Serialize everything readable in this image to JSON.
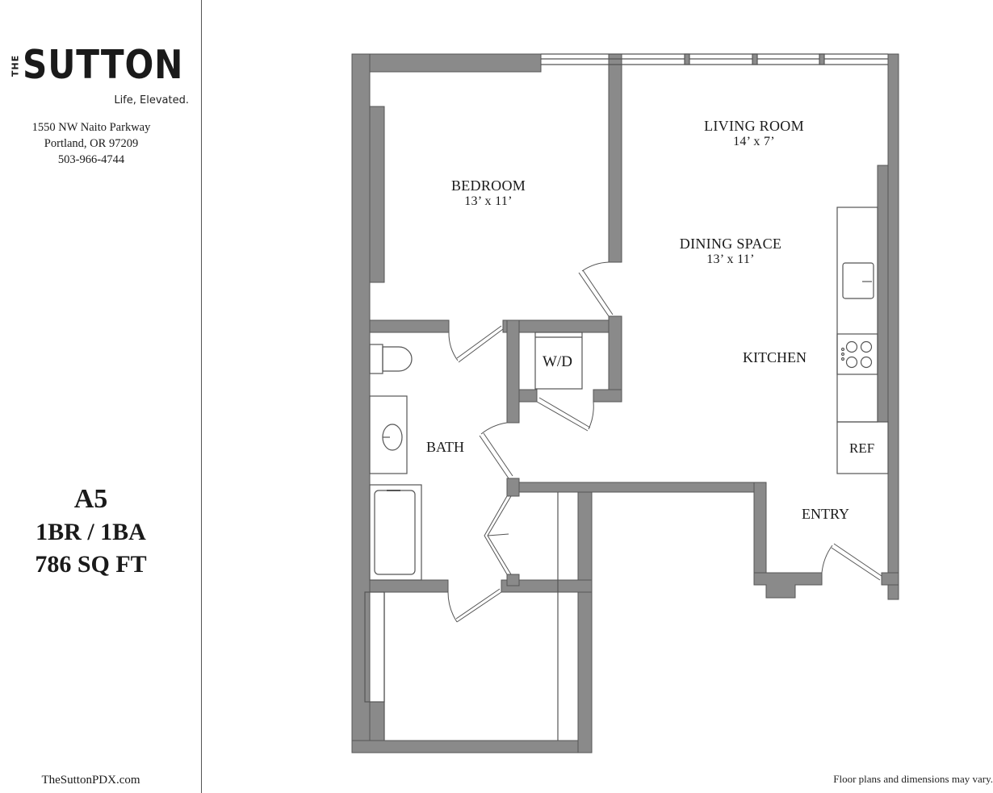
{
  "brand": {
    "prefix": "THE",
    "name": "SUTTON",
    "tagline": "Life, Elevated."
  },
  "address": {
    "street": "1550 NW Naito Parkway",
    "city": "Portland, OR 97209",
    "phone": "503-966-4744"
  },
  "unit": {
    "code": "A5",
    "bed_bath": "1BR / 1BA",
    "area": "786 SQ FT"
  },
  "website": "TheSuttonPDX.com",
  "disclaimer": "Floor plans and dimensions may vary.",
  "rooms": {
    "living": {
      "name": "LIVING ROOM",
      "dims": "14’ x 7’"
    },
    "bedroom": {
      "name": "BEDROOM",
      "dims": "13’ x 11’"
    },
    "dining": {
      "name": "DINING SPACE",
      "dims": "13’ x 11’"
    },
    "kitchen": {
      "name": "KITCHEN"
    },
    "bath": {
      "name": "BATH"
    },
    "entry": {
      "name": "ENTRY"
    },
    "laundry": {
      "name": "W/D"
    },
    "fridge": {
      "name": "REF"
    }
  },
  "colors": {
    "wall": "#8a8a8a",
    "line": "#555555"
  }
}
